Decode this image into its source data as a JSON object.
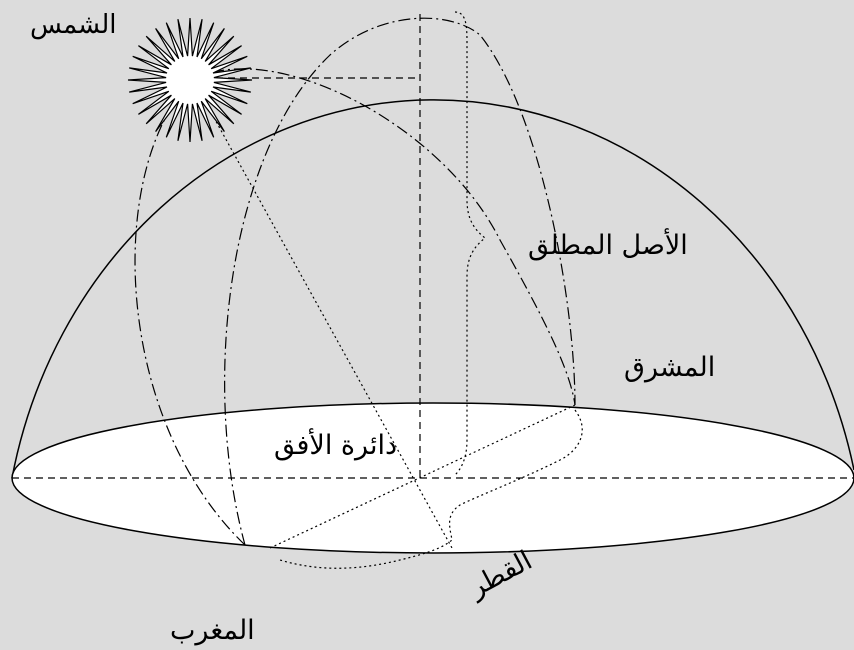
{
  "labels": {
    "sun": "الشمس",
    "altitude": "الأصل المطلق",
    "east": "المشرق",
    "horizon": "دائرة الأفق",
    "diameter": "القطر",
    "west": "المغرب"
  },
  "colors": {
    "background": "#dcdcdc",
    "ink": "#000000",
    "disk": "#ffffff",
    "sun": "#ffffff"
  },
  "icons": {
    "sun": "sun-icon"
  }
}
